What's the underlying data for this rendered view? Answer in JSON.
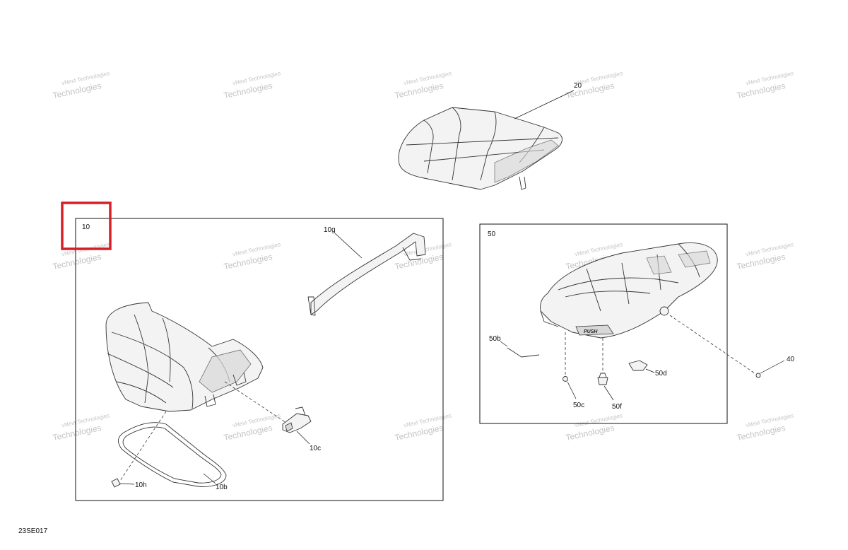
{
  "diagram": {
    "ref_code": "23SE017",
    "watermark": {
      "line1": "vNext",
      "line2": "Technologies",
      "single": "vNext Technologies"
    },
    "colors": {
      "highlight": "#d61f26",
      "line": "#333333",
      "watermark": "#b9b9b9"
    },
    "groups": [
      {
        "id": "10",
        "highlighted": true
      },
      {
        "id": "50",
        "highlighted": false
      }
    ],
    "callouts": {
      "p20": "20",
      "p10g": "10g",
      "p10c": "10c",
      "p10h": "10h",
      "p10b": "10b",
      "p50b": "50b",
      "p50c": "50c",
      "p50f": "50f",
      "p50d": "50d",
      "p40": "40"
    },
    "decal_text": "PUSH"
  }
}
